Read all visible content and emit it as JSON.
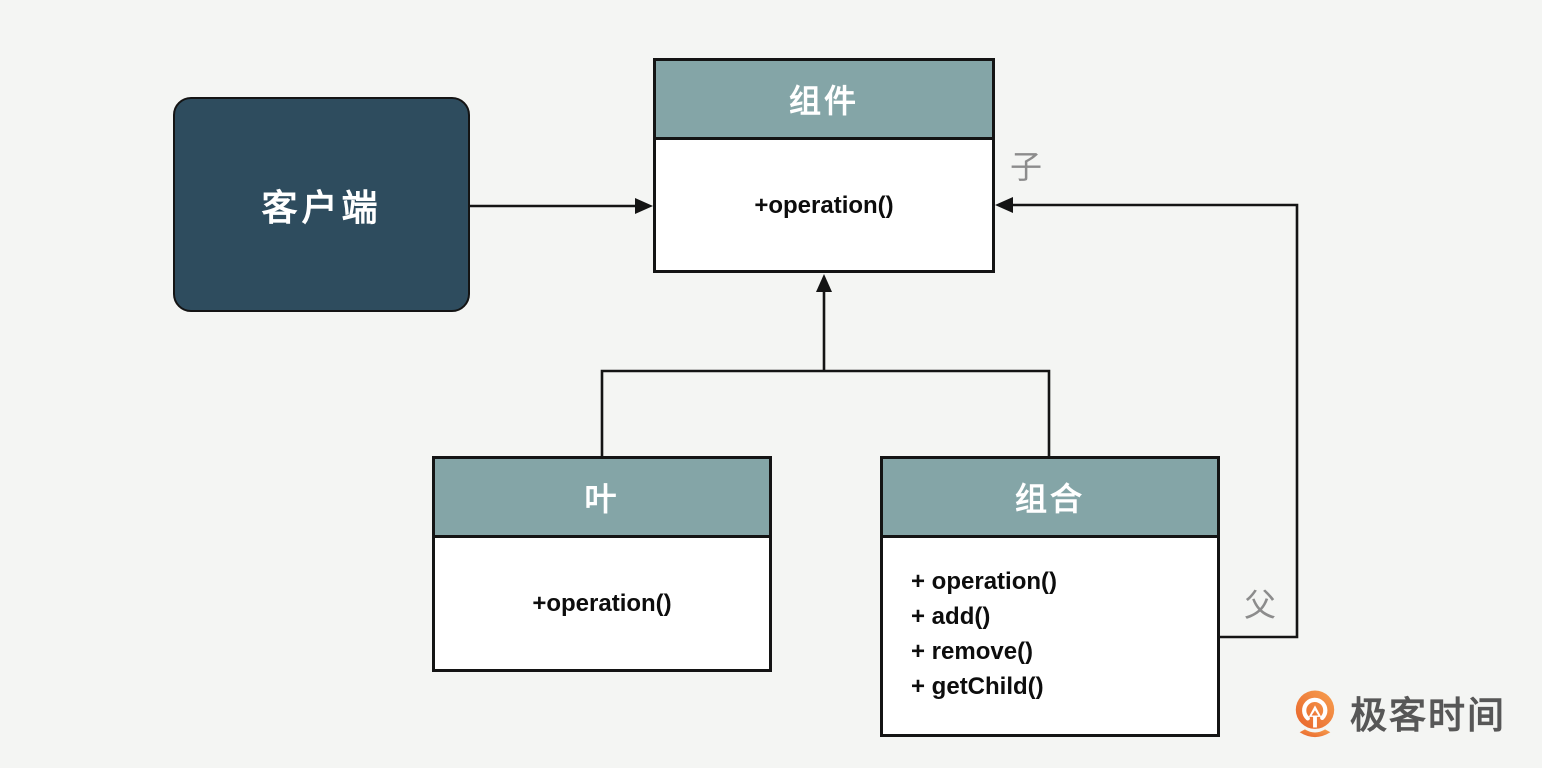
{
  "diagram": {
    "nodes": {
      "client": {
        "label": "客户端"
      },
      "component": {
        "title": "组件",
        "methods": [
          "+operation()"
        ]
      },
      "leaf": {
        "title": "叶",
        "methods": [
          "+operation()"
        ]
      },
      "composite": {
        "title": "组合",
        "methods": [
          "+ operation()",
          "+ add()",
          "+ remove()",
          "+ getChild()"
        ]
      }
    },
    "edge_labels": {
      "child": "子",
      "parent": "父"
    }
  },
  "branding": {
    "logo_text": "极客时间"
  },
  "colors": {
    "background": "#f4f5f3",
    "node_header": "#84a5a7",
    "client_fill": "#2e4c5e",
    "line": "#141414",
    "edge_label": "#8c8c8c",
    "logo_orange_dark": "#e8632a",
    "logo_orange_light": "#f7a050",
    "logo_text": "#575757"
  }
}
